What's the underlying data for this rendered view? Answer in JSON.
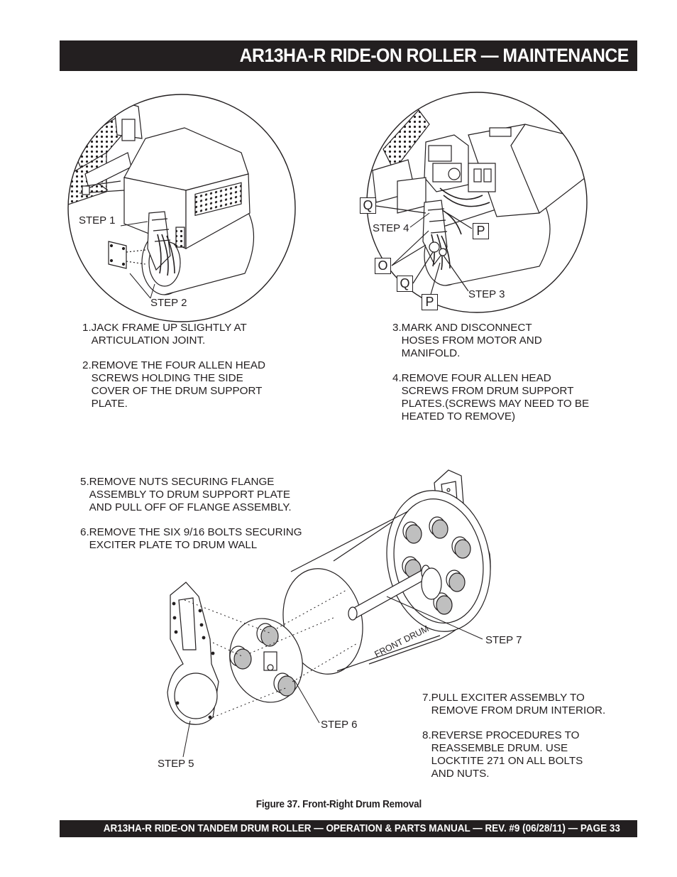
{
  "header": {
    "title": "AR13HA-R RIDE-ON ROLLER — MAINTENANCE"
  },
  "callouts": {
    "step1": "STEP 1",
    "step2": "STEP 2",
    "step3": "STEP 3",
    "step4": "STEP 4",
    "step5": "STEP 5",
    "step6": "STEP 6",
    "step7": "STEP 7",
    "front_drum": "FRONT DRUM"
  },
  "hose_letters": {
    "q_top": "Q",
    "p_right": "P",
    "o": "O",
    "q_lower": "Q",
    "p_lower": "P"
  },
  "instructions_left": [
    {
      "num": "1. ",
      "text": "JACK FRAME UP SLIGHTLY AT\nARTICULATION JOINT."
    },
    {
      "num": "2. ",
      "text": "REMOVE THE FOUR ALLEN HEAD\nSCREWS  HOLDING THE SIDE\nCOVER OF THE DRUM SUPPORT\nPLATE."
    }
  ],
  "instructions_right": [
    {
      "num": "3.  ",
      "text": "MARK AND DISCONNECT\nHOSES FROM MOTOR AND\nMANIFOLD."
    },
    {
      "num": "4.  ",
      "text": "REMOVE FOUR ALLEN HEAD\nSCREWS FROM DRUM SUPPORT\nPLATES.(SCREWS MAY NEED TO BE\nHEATED TO REMOVE)"
    }
  ],
  "instructions_mid": [
    {
      "num": "5. ",
      "text": "REMOVE NUTS SECURING FLANGE\nASSEMBLY TO DRUM SUPPORT PLATE\nAND PULL OFF OF FLANGE ASSEMBLY."
    },
    {
      "num": "6. ",
      "text": "REMOVE THE SIX  9/16 BOLTS SECURING\nEXCITER PLATE TO DRUM WALL"
    }
  ],
  "instructions_bottom": [
    {
      "num": "7.  ",
      "text": "PULL EXCITER ASSEMBLY TO\nREMOVE FROM DRUM INTERIOR."
    },
    {
      "num": "8.  ",
      "text": "REVERSE PROCEDURES TO\nREASSEMBLE DRUM. USE\nLOCKTITE 271 ON ALL BOLTS\nAND NUTS."
    }
  ],
  "figure": {
    "caption": "Figure 37. Front-Right Drum Removal"
  },
  "footer": {
    "text": "AR13HA-R RIDE-ON TANDEM DRUM ROLLER — OPERATION & PARTS MANUAL — REV. #9  (06/28/11) — PAGE 33"
  }
}
